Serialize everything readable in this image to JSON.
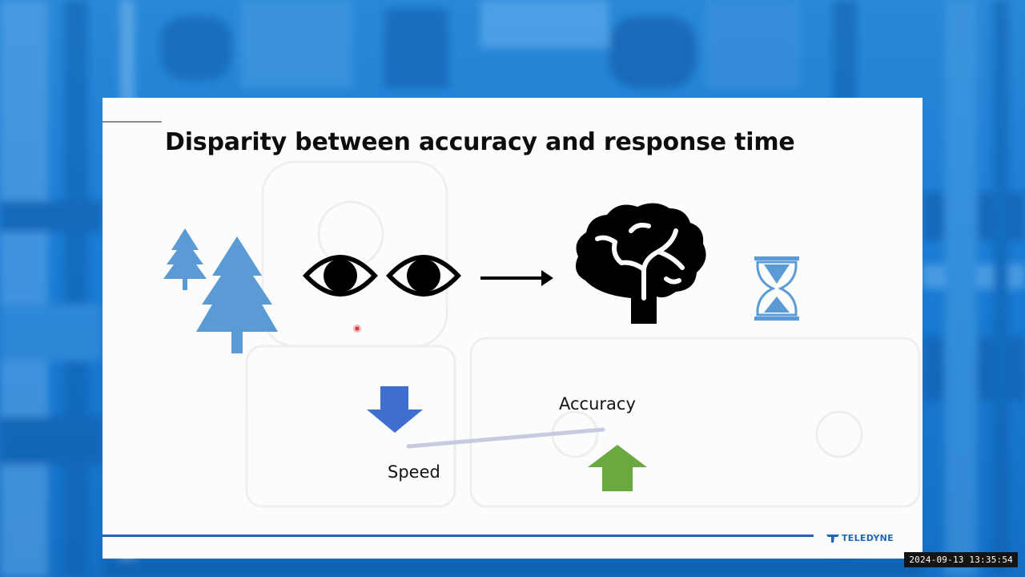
{
  "slide": {
    "title": "Disparity between accuracy and response time",
    "labels": {
      "accuracy": "Accuracy",
      "speed": "Speed"
    },
    "icons": [
      "pine-tree-small-icon",
      "pine-tree-large-icon",
      "eye-left-icon",
      "eye-right-icon",
      "right-arrow-icon",
      "brain-icon",
      "hourglass-icon",
      "down-arrow-icon",
      "up-arrow-icon"
    ],
    "brand": {
      "name": "TELEDYNE"
    }
  },
  "overlay": {
    "timestamp": "2024-09-13 13:35:54"
  },
  "colors": {
    "background_blue": "#1b7fd6",
    "tree_blue": "#5a9bd5",
    "hourglass_blue": "#5b9bd5",
    "down_arrow_blue": "#3e6ecf",
    "up_arrow_green": "#6aa93f",
    "icon_black": "#000000",
    "brand_blue": "#1f67b4"
  }
}
